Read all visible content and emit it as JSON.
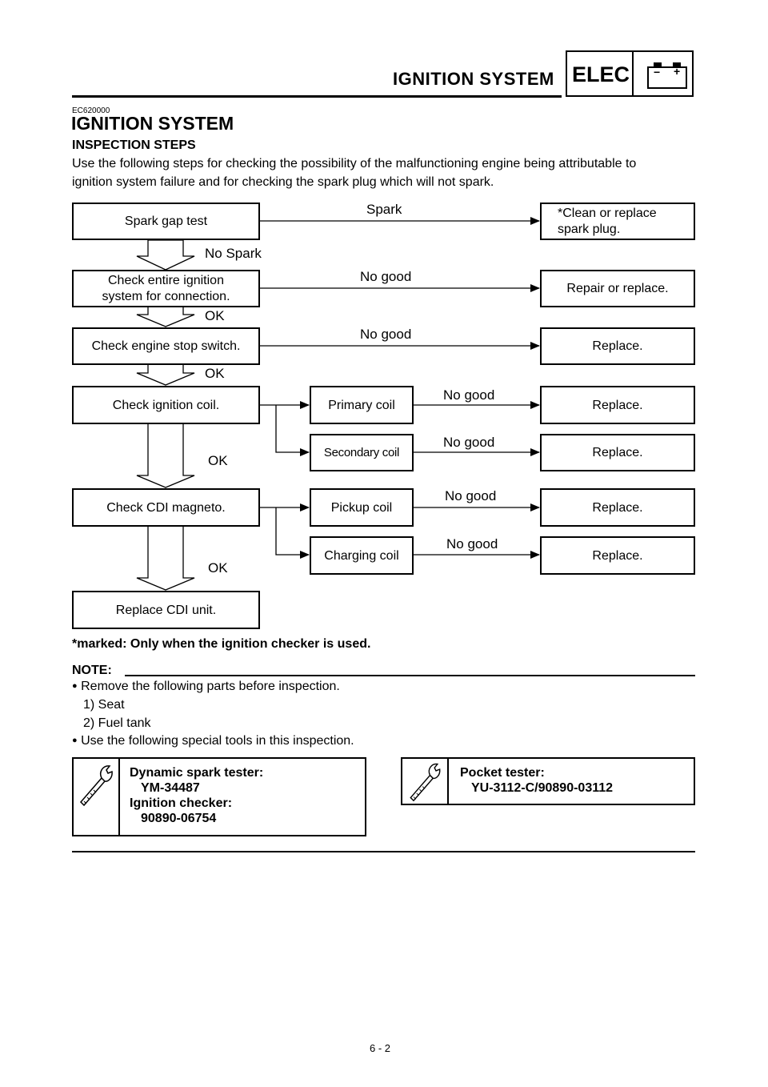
{
  "header": {
    "section_title": "IGNITION SYSTEM",
    "badge_label": "ELEC",
    "battery_minus": "−",
    "battery_plus": "+"
  },
  "doc": {
    "code": "EC620000",
    "title": "IGNITION SYSTEM",
    "subheading": "INSPECTION STEPS",
    "intro_line1": "Use the following steps for checking the possibility of the malfunctioning engine being attributable to",
    "intro_line2": "ignition system failure and for checking the spark plug which will not spark."
  },
  "flow": {
    "spark_gap_test": "Spark gap test",
    "spark": "Spark",
    "clean_replace_1": "*Clean or replace",
    "clean_replace_2": "spark plug.",
    "no_spark": "No Spark",
    "check_entire_1": "Check entire ignition",
    "check_entire_2": "system for connection.",
    "no_good_1": "No good",
    "repair_replace": "Repair or replace.",
    "ok_1": "OK",
    "check_stop_switch": "Check engine stop switch.",
    "no_good_2": "No good",
    "replace_1": "Replace.",
    "ok_2": "OK",
    "check_ignition_coil": "Check ignition coil.",
    "primary_coil": "Primary coil",
    "no_good_3": "No good",
    "replace_2": "Replace.",
    "secondary_coil": "Secondary coil",
    "no_good_4": "No good",
    "replace_3": "Replace.",
    "ok_3": "OK",
    "check_cdi_magneto": "Check CDI magneto.",
    "pickup_coil": "Pickup coil",
    "no_good_5": "No good",
    "replace_4": "Replace.",
    "charging_coil": "Charging coil",
    "no_good_6": "No good",
    "replace_5": "Replace.",
    "ok_4": "OK",
    "replace_cdi": "Replace CDI unit."
  },
  "marked_note": "*marked: Only when the ignition checker is used.",
  "note": {
    "label": "NOTE:",
    "bullet1": "Remove the following parts before inspection.",
    "item1": "1)  Seat",
    "item2": "2)  Fuel tank",
    "bullet2": "Use the following special tools in this inspection."
  },
  "tools": {
    "tool1_name": "Dynamic spark tester:",
    "tool1_code": "YM-34487",
    "tool2_name": "Ignition checker:",
    "tool2_code": "90890-06754",
    "tool3_name": "Pocket tester:",
    "tool3_code": "YU-3112-C/90890-03112",
    "icon": "wrench-icon"
  },
  "page_number": "6 - 2"
}
